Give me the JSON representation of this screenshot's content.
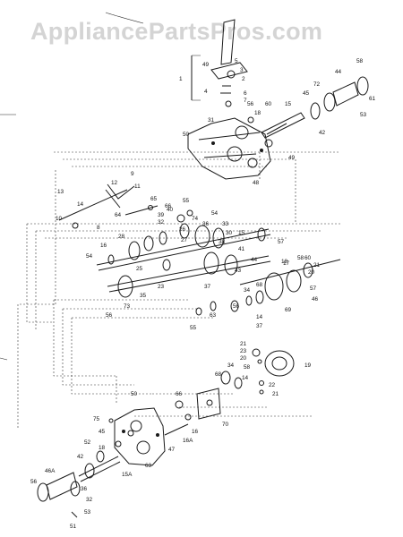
{
  "watermark": "AppliancePartsPros.com",
  "labels": [
    "5",
    "49",
    "3",
    "2",
    "4",
    "6",
    "7",
    "1",
    "56",
    "60",
    "18",
    "31",
    "15",
    "45",
    "72",
    "44",
    "58",
    "61",
    "53",
    "42",
    "50",
    "48",
    "49",
    "9",
    "11",
    "12",
    "13",
    "14",
    "10",
    "8",
    "65",
    "64",
    "66",
    "39",
    "40",
    "55",
    "74",
    "54",
    "28",
    "32",
    "27",
    "26",
    "36",
    "33",
    "38",
    "16",
    "57",
    "54",
    "30",
    "41",
    "44",
    "15",
    "25",
    "35",
    "23",
    "43",
    "58",
    "17",
    "73",
    "56",
    "37",
    "55",
    "63",
    "68",
    "34",
    "18",
    "56",
    "14",
    "21",
    "20",
    "57",
    "60",
    "69",
    "37",
    "46",
    "21",
    "23",
    "20",
    "58",
    "68",
    "34",
    "14",
    "22",
    "21",
    "19",
    "50",
    "66",
    "75",
    "45",
    "52",
    "18",
    "47",
    "16",
    "16A",
    "63",
    "70",
    "15A",
    "42",
    "46A",
    "56",
    "36",
    "32",
    "51",
    "53"
  ]
}
